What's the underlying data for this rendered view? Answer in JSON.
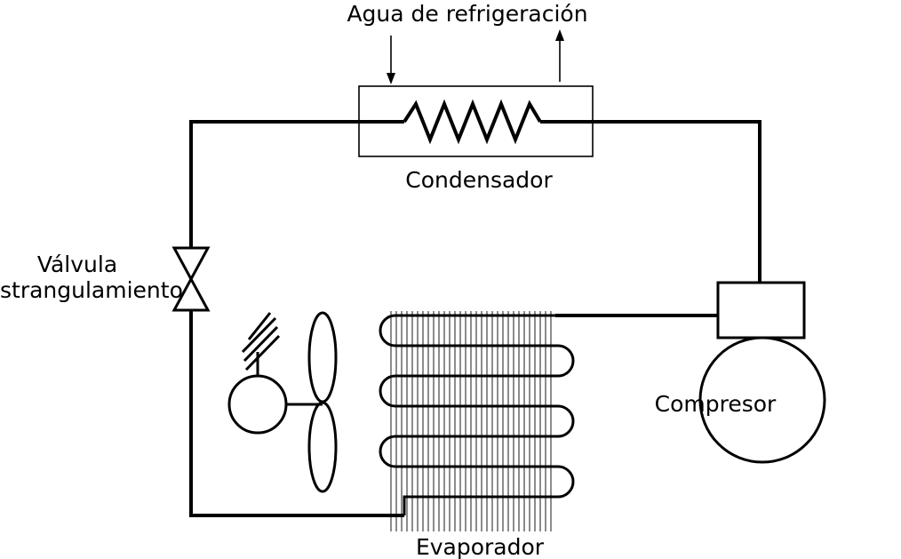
{
  "labels": {
    "cooling_water": "Agua de refrigeración",
    "condenser": "Condensador",
    "valve_line1": "Válvula",
    "valve_line2": "strangulamiento",
    "compressor": "Compresor",
    "evaporator": "Evaporador"
  }
}
